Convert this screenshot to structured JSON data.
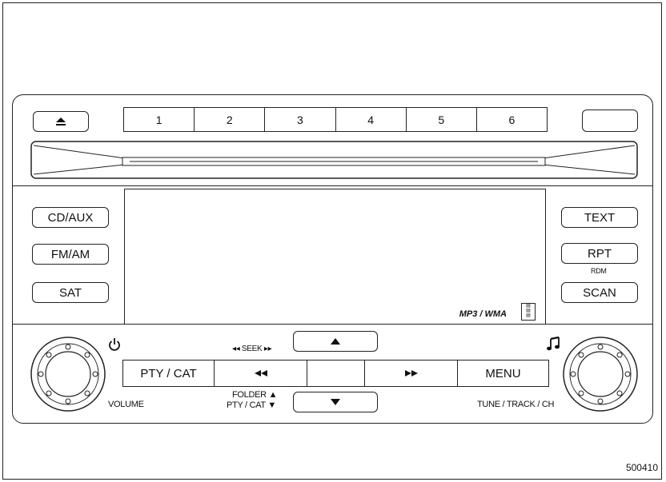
{
  "presets": [
    "1",
    "2",
    "3",
    "4",
    "5",
    "6"
  ],
  "left_buttons": {
    "cd_aux": "CD/AUX",
    "fm_am": "FM/AM",
    "sat": "SAT"
  },
  "right_buttons": {
    "text": "TEXT",
    "rpt": "RPT",
    "rdm": "RDM",
    "scan": "SCAN"
  },
  "display": {
    "format_label": "MP3 / WMA"
  },
  "controls": {
    "pty_cat": "PTY / CAT",
    "menu": "MENU",
    "seek_label": "◂◂ SEEK ▸▸",
    "folder_label_1": "FOLDER ▲",
    "folder_label_2": "PTY / CAT ▼",
    "volume_label": "VOLUME",
    "tune_label": "TUNE / TRACK / CH"
  },
  "reference_number": "500410"
}
